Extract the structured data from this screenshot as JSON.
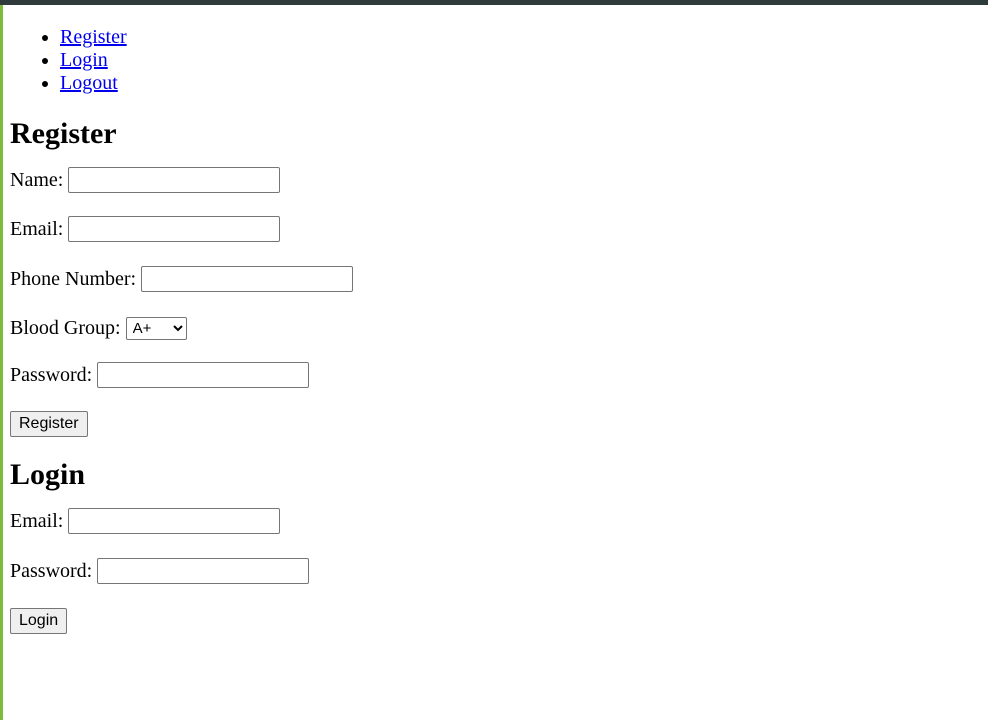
{
  "nav": {
    "items": [
      {
        "label": "Register"
      },
      {
        "label": "Login"
      },
      {
        "label": "Logout"
      }
    ]
  },
  "register": {
    "heading": "Register",
    "name_label": "Name:",
    "name_value": "",
    "email_label": "Email:",
    "email_value": "",
    "phone_label": "Phone Number:",
    "phone_value": "",
    "blood_group_label": "Blood Group:",
    "blood_group_selected": "A+",
    "password_label": "Password:",
    "password_value": "",
    "submit_label": "Register"
  },
  "login": {
    "heading": "Login",
    "email_label": "Email:",
    "email_value": "",
    "password_label": "Password:",
    "password_value": "",
    "submit_label": "Login"
  },
  "colors": {
    "top_bar": "#2f3b3a",
    "left_border": "#7dbb3b",
    "link": "#0000ee"
  }
}
